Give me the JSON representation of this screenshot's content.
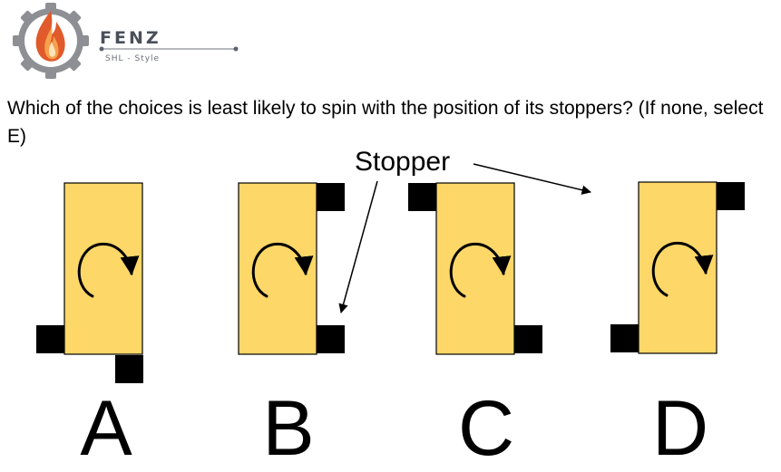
{
  "header": {
    "brand": "FENZ",
    "tagline": "SHL - Style",
    "logo_icon": "flame-gear-icon",
    "accent_color": "#e05a2b"
  },
  "question": {
    "text": "Which of the choices is least likely to spin with the position of its stoppers? (If none, select E)"
  },
  "diagram": {
    "stopper_label": "Stopper",
    "block_color": "#fdd767",
    "stopper_color": "#000000",
    "choices": [
      {
        "letter": "A",
        "stoppers": [
          "bottom-left",
          "bottom-right"
        ]
      },
      {
        "letter": "B",
        "stoppers": [
          "top-right",
          "bottom-right"
        ]
      },
      {
        "letter": "C",
        "stoppers": [
          "top-left",
          "bottom-right"
        ]
      },
      {
        "letter": "D",
        "stoppers": [
          "top-right",
          "bottom-left"
        ]
      }
    ]
  }
}
